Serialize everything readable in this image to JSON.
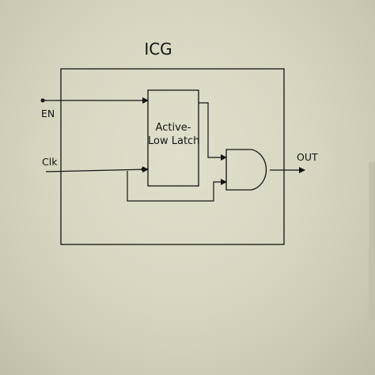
{
  "title": "ICG",
  "latch": {
    "line1": "Active-",
    "line2": "Low Latch"
  },
  "pins": {
    "enable": "EN",
    "clock": "Clk",
    "output": "OUT"
  },
  "colors": {
    "background": "#dad9c4",
    "line": "#141414"
  }
}
